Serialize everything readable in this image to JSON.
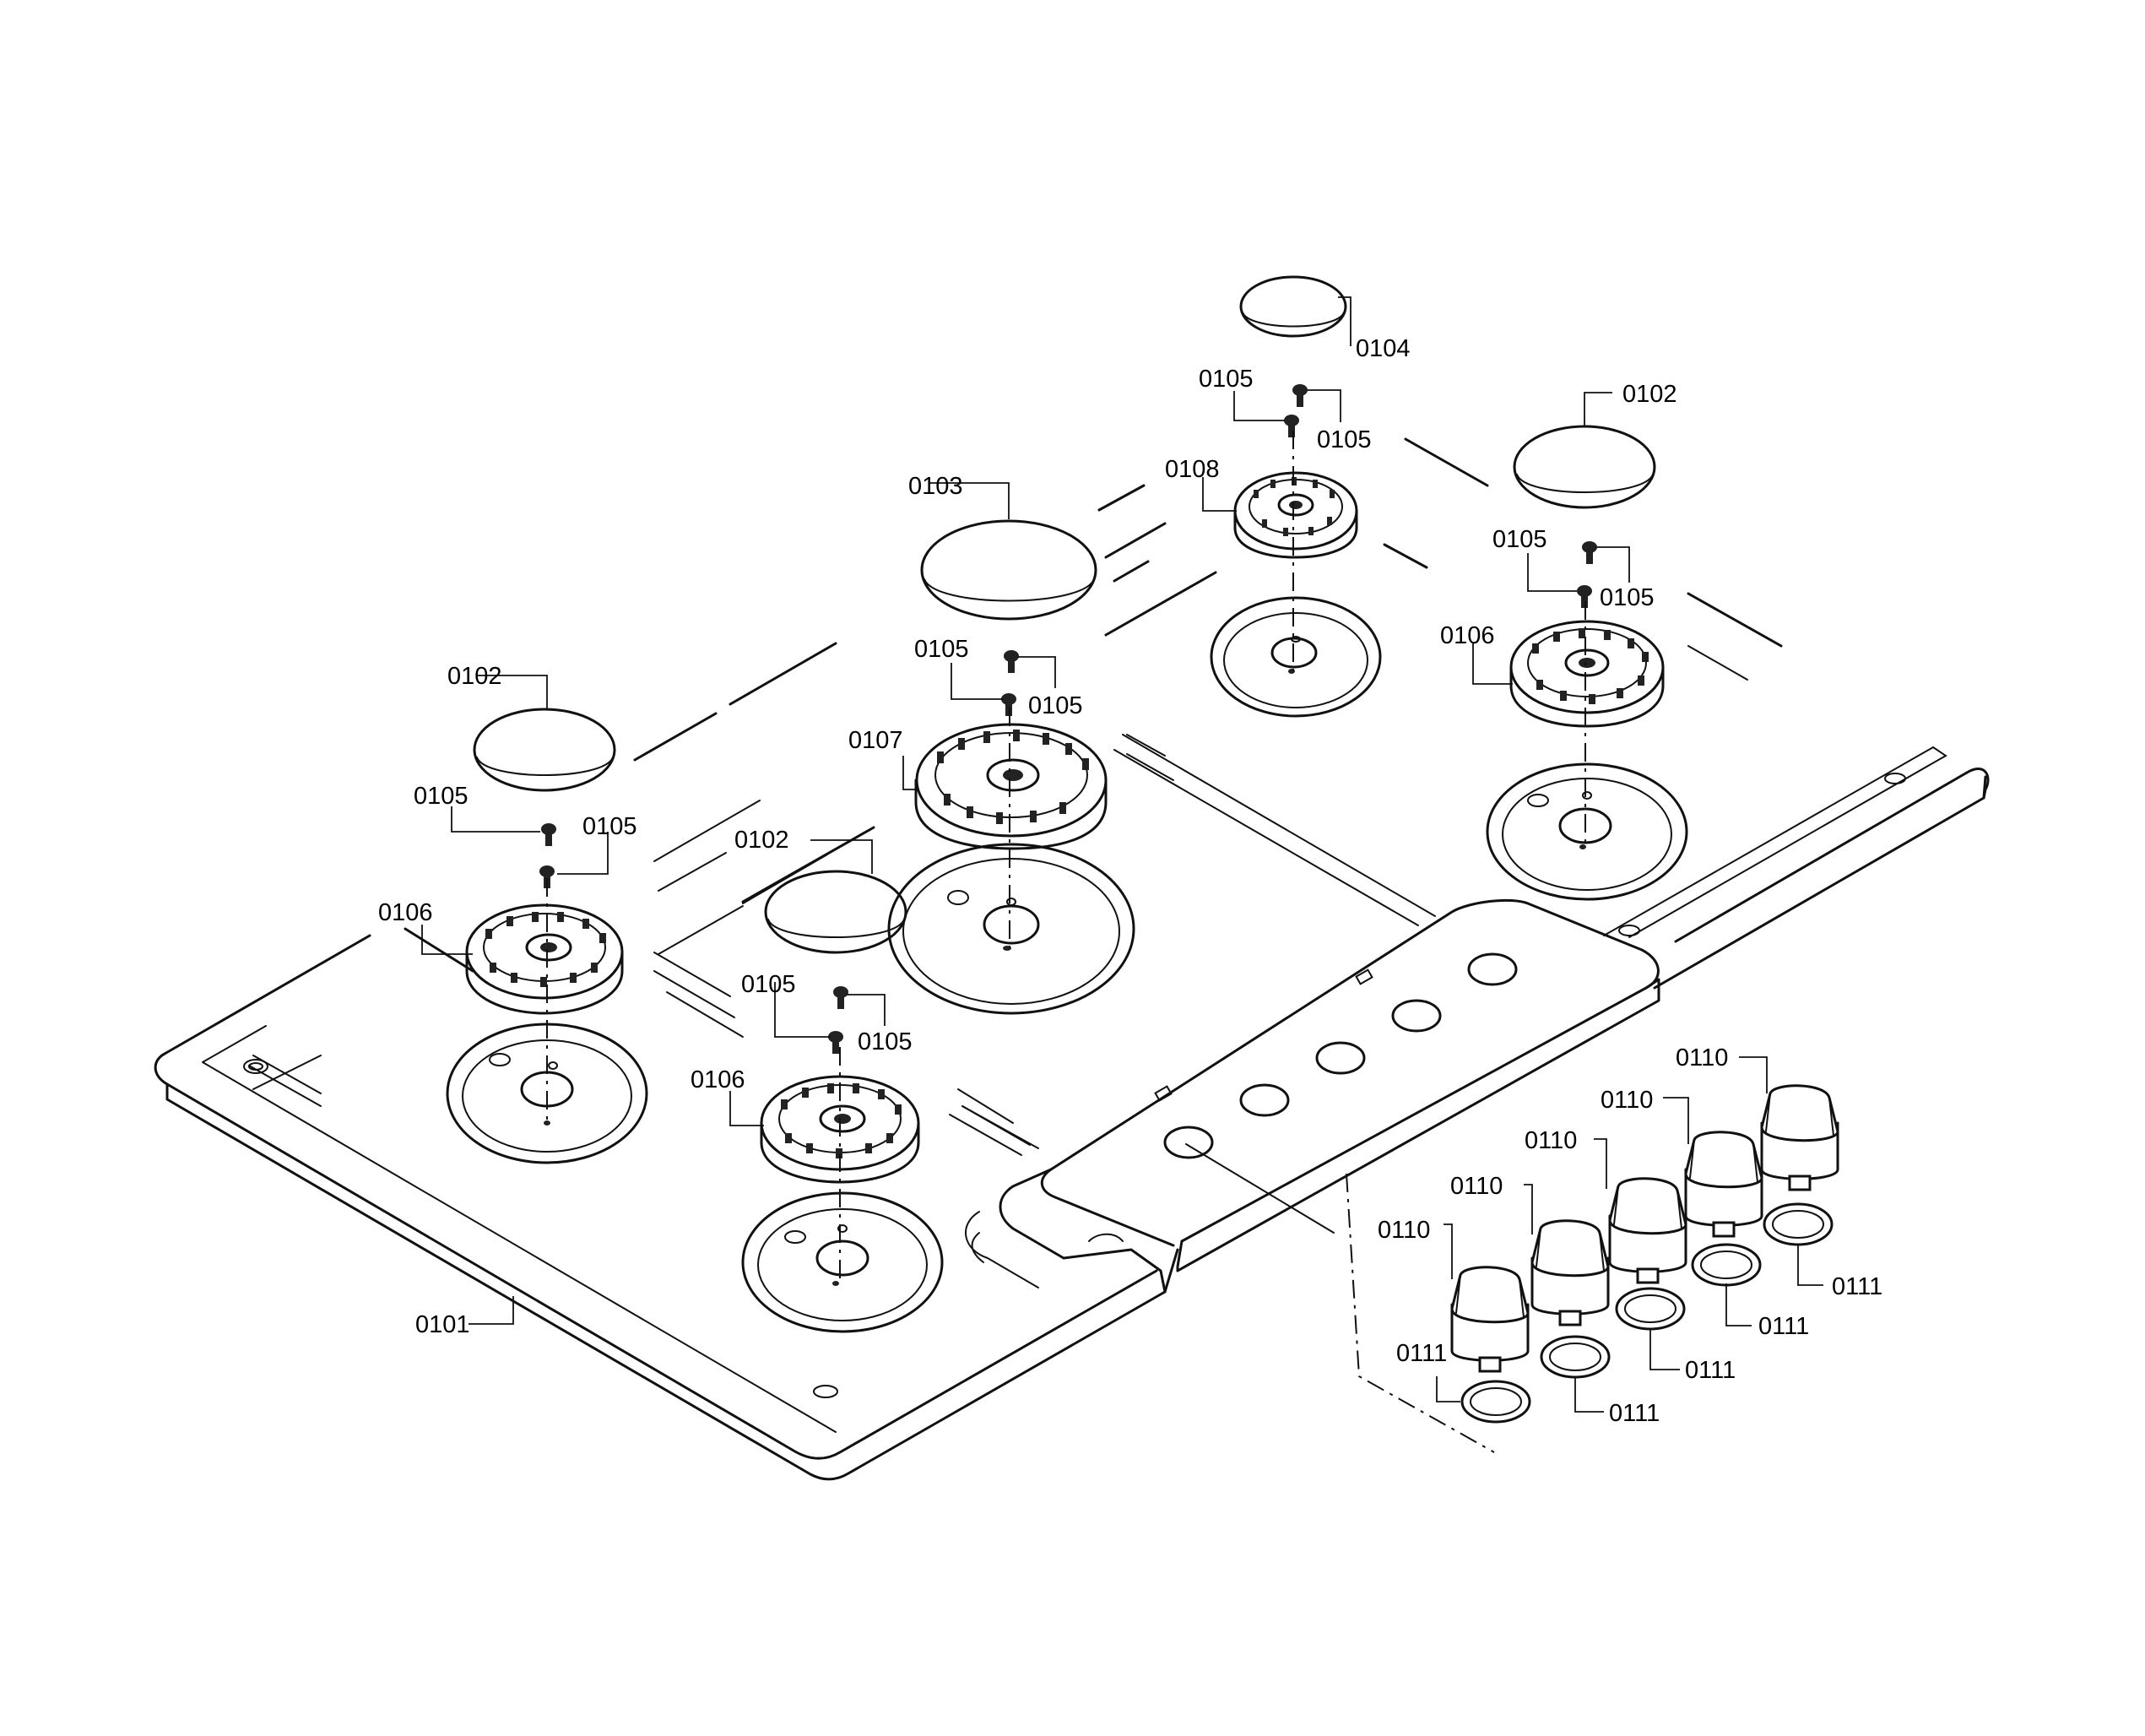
{
  "parts": {
    "cooktop": "0101",
    "small_cap": "0102",
    "large_cap": "0103",
    "mini_cap": "0104",
    "screw": "0105",
    "medium_burner": "0106",
    "large_burner": "0107",
    "small_burner": "0108",
    "knob": "0110",
    "bezel": "0111"
  }
}
